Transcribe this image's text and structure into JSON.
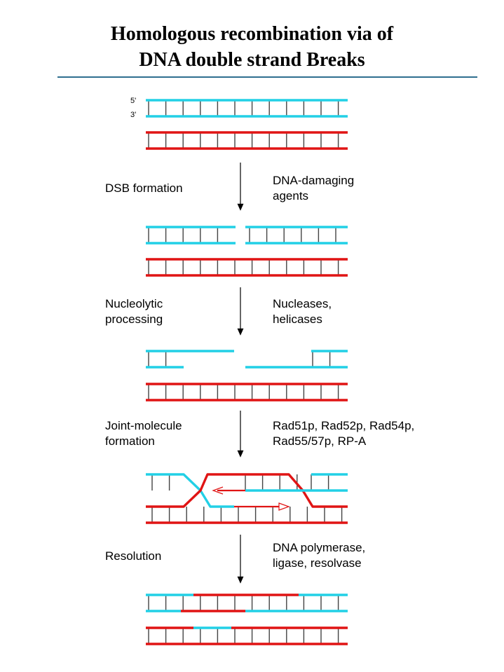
{
  "title": {
    "line1": "Homologous recombination via of",
    "line2": "DNA double strand Breaks"
  },
  "strand_ends": {
    "five_prime": "5'",
    "three_prime": "3'"
  },
  "steps": [
    {
      "process": "DSB formation",
      "agents": [
        "DNA-damaging",
        "agents"
      ]
    },
    {
      "process": [
        "Nucleolytic",
        "processing"
      ],
      "agents": [
        "Nucleases,",
        "helicases"
      ]
    },
    {
      "process": [
        "Joint-molecule",
        "formation"
      ],
      "agents": [
        "Rad51p, Rad52p, Rad54p,",
        "Rad55/57p, RP-A"
      ]
    },
    {
      "process": "Resolution",
      "agents": [
        "DNA polymerase,",
        "ligase, resolvase"
      ]
    }
  ],
  "colors": {
    "cyan_strand": "#22d0e6",
    "red_strand": "#e01414",
    "rungs": "#444444",
    "rule": "#2f6f8f"
  }
}
